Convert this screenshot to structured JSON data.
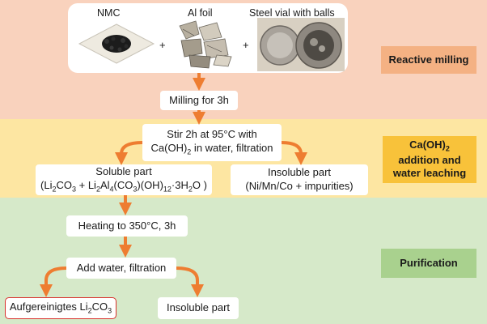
{
  "materials": {
    "nmc_label": "NMC",
    "al_foil_label": "Al foil",
    "vial_label": "Steel vial with balls",
    "plus_sign": "+"
  },
  "stages": {
    "reactive_milling": "Reactive milling",
    "leaching": {
      "line1_pre": "Ca(OH)",
      "line1_sub": "2",
      "line2": "addition and",
      "line3": "water leaching"
    },
    "purification": "Purification"
  },
  "steps": {
    "milling": "Milling for 3h",
    "stir": {
      "line1": "Stir 2h at 95°C with",
      "line2_pre": "Ca(OH)",
      "line2_sub": "2",
      "line2_post": " in water, filtration"
    },
    "soluble": {
      "line1": "Soluble part",
      "line2_a": "(Li",
      "sub_a": "2",
      "line2_b": "CO",
      "sub_b": "3",
      "line2_c": " + Li",
      "sub_c": "2",
      "line2_d": "Al",
      "sub_d": "4",
      "line2_e": "(CO",
      "sub_e": "3",
      "line2_f": ")(OH)",
      "sub_f": "12",
      "line2_g": "·3H",
      "sub_g": "2",
      "line2_h": "O )"
    },
    "insoluble_leach": {
      "line1": "Insoluble part",
      "line2": "(Ni/Mn/Co + impurities)"
    },
    "heating": "Heating to 350°C, 3h",
    "add_water": "Add water, filtration",
    "final_product": {
      "pre": "Aufgereinigtes Li",
      "sub1": "2",
      "mid": "CO",
      "sub2": "3"
    },
    "insoluble_final": "Insoluble part"
  },
  "colors": {
    "band_milling": "#f9d2bd",
    "band_leaching": "#fde6a2",
    "band_purification": "#d6e9c9",
    "label_milling": "#f4b183",
    "label_leaching": "#f8c23a",
    "label_purification": "#a9d18e",
    "arrow": "#ee7d31",
    "final_border": "#d9302c"
  }
}
